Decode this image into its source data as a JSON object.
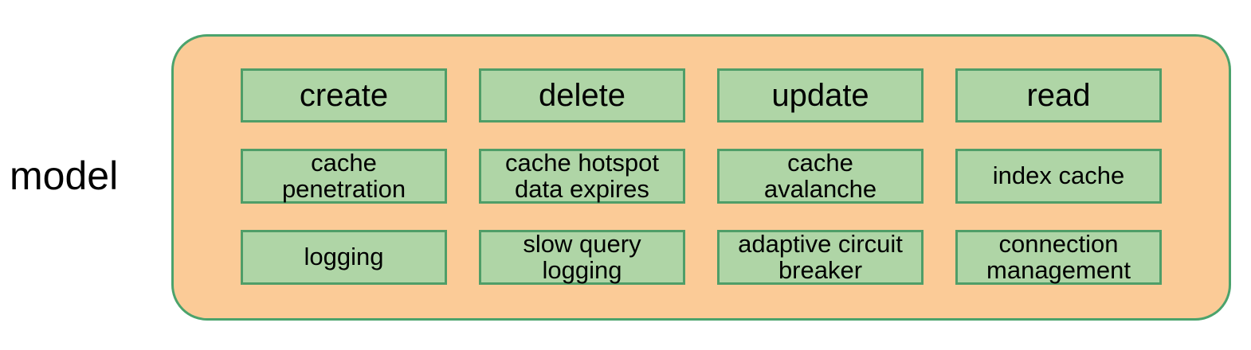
{
  "label": "model",
  "colors": {
    "container-fill": "#FBCB97",
    "container-border": "#4BA36C",
    "box-fill": "#AFD5A6",
    "box-border": "#4F9E68"
  },
  "matrix": {
    "headers": [
      "create",
      "delete",
      "update",
      "read"
    ],
    "rows": [
      [
        "cache\npenetration",
        "cache hotspot\ndata expires",
        "cache\navalanche",
        "index cache"
      ],
      [
        "logging",
        "slow query\nlogging",
        "adaptive circuit\nbreaker",
        "connection\nmanagement"
      ]
    ]
  }
}
